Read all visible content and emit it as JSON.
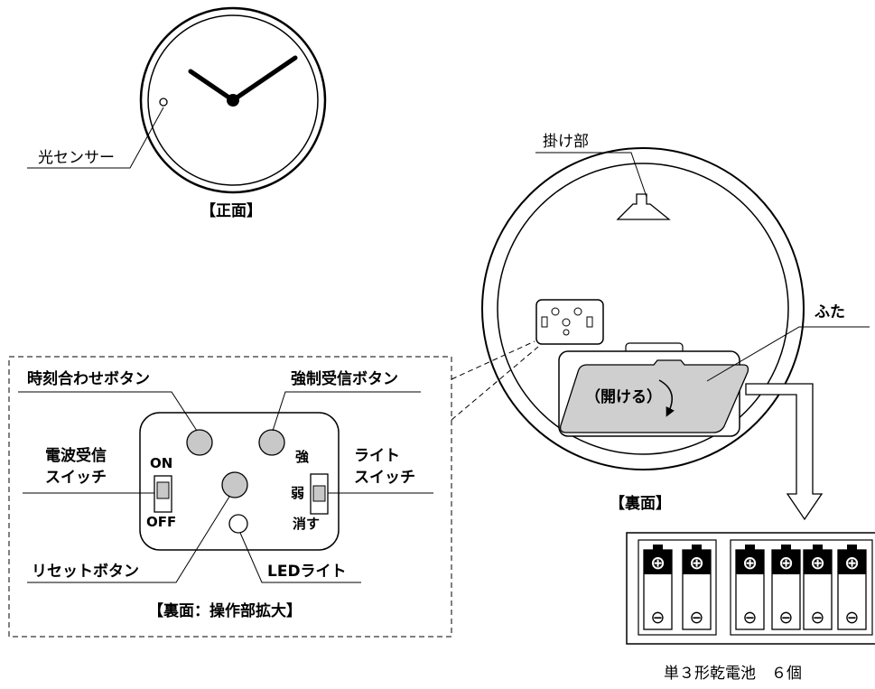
{
  "front": {
    "caption": "【正面】",
    "light_sensor_label": "光センサー"
  },
  "back": {
    "caption": "【裏面】",
    "hanger_label": "掛け部",
    "lid_label": "ふた",
    "open_label": "（開ける）"
  },
  "controls": {
    "caption": "【裏面：操作部拡大】",
    "time_set_button": "時刻合わせボタン",
    "force_receive_button": "強制受信ボタン",
    "radio_switch_label_line1": "電波受信",
    "radio_switch_label_line2": "スイッチ",
    "radio_on": "ON",
    "radio_off": "OFF",
    "light_switch_label_line1": "ライト",
    "light_switch_label_line2": "スイッチ",
    "light_strong": "強",
    "light_weak": "弱",
    "light_off": "消す",
    "reset_button": "リセットボタン",
    "led_light": "LEDライト"
  },
  "battery": {
    "caption": "単３形乾電池　６個",
    "count": 6,
    "plus_symbol": "⊕",
    "minus_symbol": "⊖"
  }
}
